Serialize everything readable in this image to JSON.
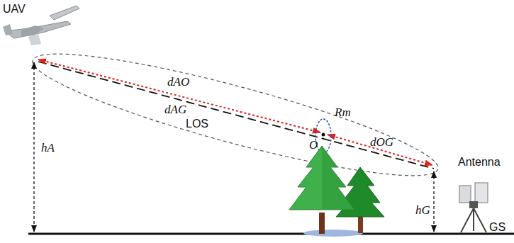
{
  "diagram": {
    "labels": [
      "UAV",
      "dAO",
      "dAG",
      "LOS",
      "Rm",
      "O",
      "dOG",
      "Antenna",
      "hA",
      "hG",
      "GS"
    ]
  }
}
